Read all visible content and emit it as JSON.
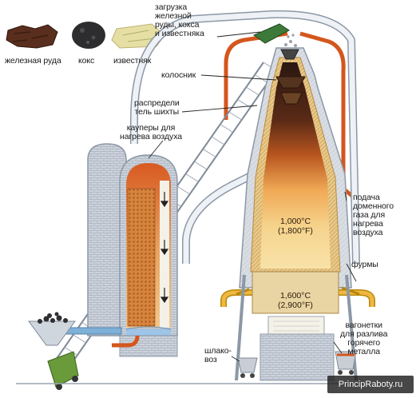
{
  "labels": {
    "iron_ore": "железная руда",
    "coke": "кокс",
    "limestone": "известняк",
    "charging": "загрузка\nжелезной\nруды, кокса\nи известняка",
    "throat": "колосник",
    "distributor": "распредели\nтель шихты",
    "stoves": "кауперы для\nнагрева воздуха",
    "gas_supply": "подача\nдоменного\nгаза для\nнагрева\nвоздуха",
    "tuyeres": "фурмы",
    "ladle_cars": "вагонетки\nдля разлива\nгорячего\nметалла",
    "slag_car": "шлако-\nвоз"
  },
  "temperatures": {
    "upper": "1,000°C\n(1,800°F)",
    "lower": "1,600°C\n(2,900°F)"
  },
  "watermark": "PrincipRaboty.ru",
  "colors": {
    "hot_duct": "#d4561c",
    "pipe": "#e9eef4",
    "pipe_stroke": "#8c98a6",
    "brick": "#c7ccd6",
    "furnace_dark": "#3a1c12",
    "furnace_mid": "#b8551f",
    "furnace_light": "#f4c676",
    "water": "#9ec5e8"
  }
}
